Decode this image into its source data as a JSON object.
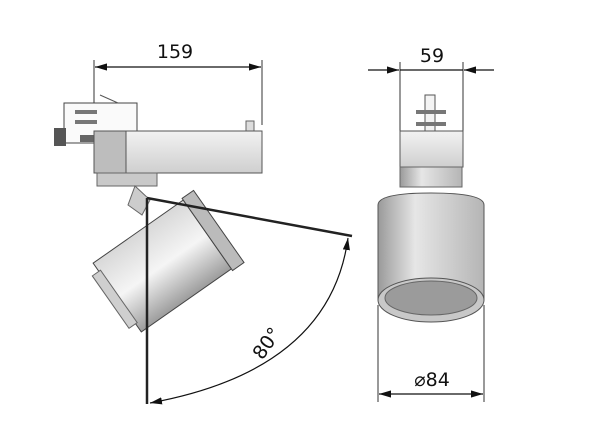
{
  "drawing": {
    "side_view": {
      "width_label": "159",
      "tilt_label": "80°"
    },
    "front_view": {
      "width_label": "59",
      "diameter_label": "⌀84"
    }
  }
}
